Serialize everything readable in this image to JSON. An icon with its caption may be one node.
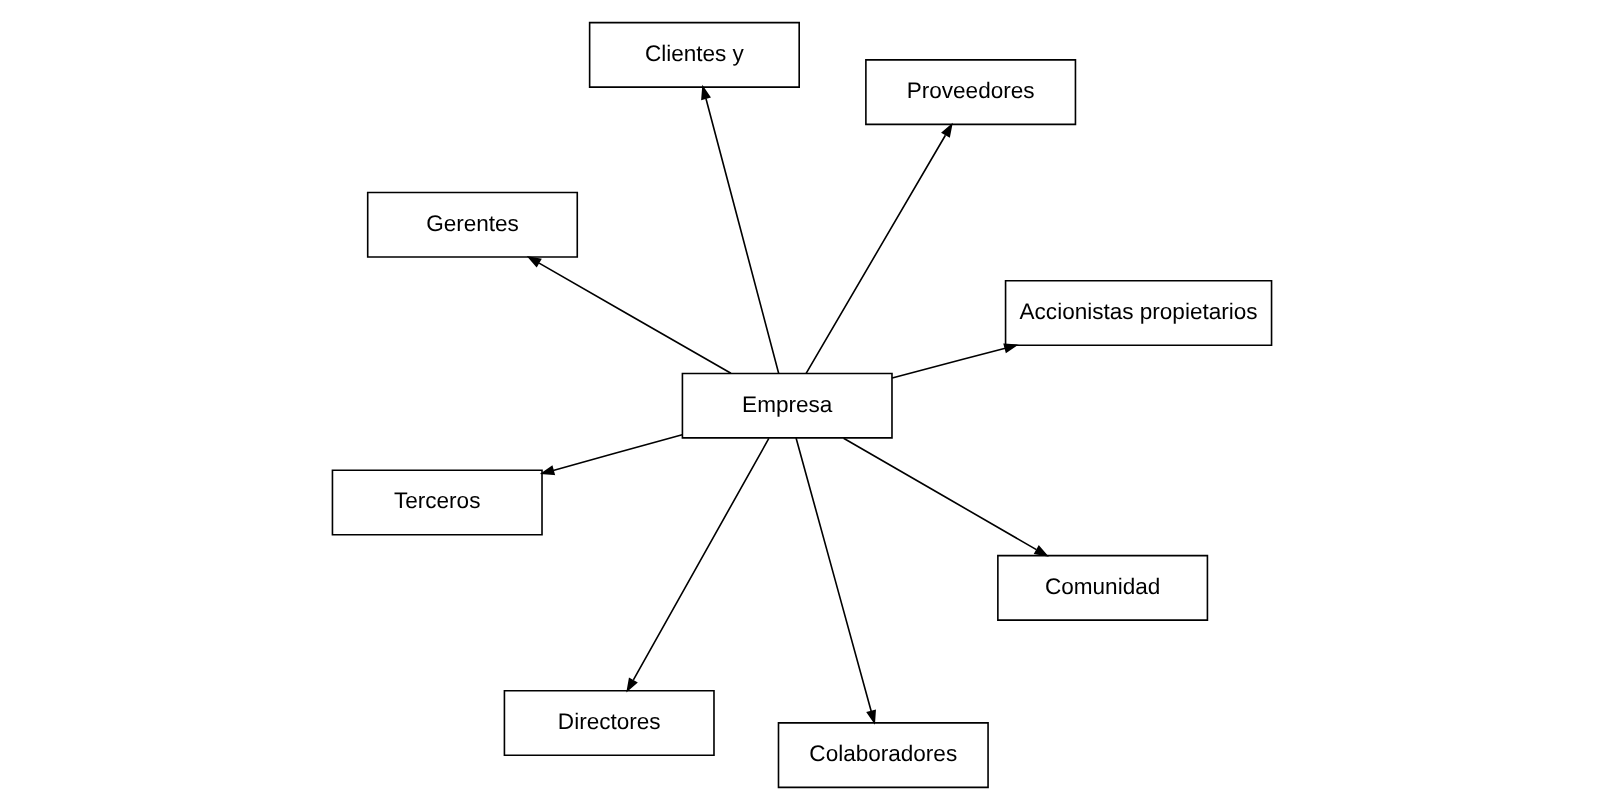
{
  "diagram": {
    "nodes": [
      {
        "text": [
          "Empresa"
        ]
      },
      {
        "text": [
          "Accionistas propietarios"
        ]
      },
      {
        "text": [
          "Directores"
        ]
      },
      {
        "text": [
          "Gerentes"
        ]
      },
      {
        "text": [
          "Proveedores"
        ]
      },
      {
        "text": [
          "Clientes y"
        ]
      },
      {
        "text": [
          "Terceros"
        ]
      },
      {
        "text": [
          "Comunidad"
        ]
      },
      {
        "text": [
          "Colaboradores"
        ]
      }
    ],
    "edges": [
      {
        "from": 0,
        "to": 1,
        "arrow": "to"
      },
      {
        "from": 0,
        "to": 2,
        "arrow": "to"
      },
      {
        "from": 0,
        "to": 3,
        "arrow": "to"
      },
      {
        "from": 0,
        "to": 4,
        "arrow": "to"
      },
      {
        "from": 0,
        "to": 5,
        "arrow": "to"
      },
      {
        "from": 0,
        "to": 6,
        "arrow": "to"
      },
      {
        "from": 0,
        "to": 7,
        "arrow": "to"
      },
      {
        "from": 0,
        "to": 8,
        "arrow": "to"
      }
    ]
  }
}
